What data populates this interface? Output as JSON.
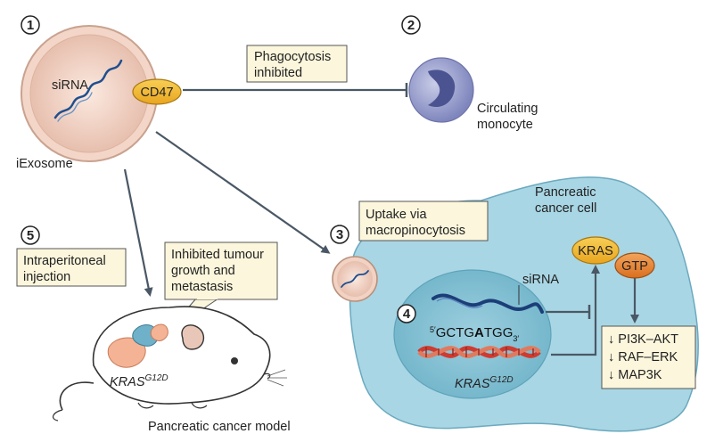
{
  "steps": {
    "s1": "1",
    "s2": "2",
    "s3": "3",
    "s4": "4",
    "s5": "5"
  },
  "exosome": {
    "label": "iExosome",
    "sirna": "siRNA",
    "cd47": "CD47"
  },
  "phagocytosis": {
    "line1": "Phagocytosis",
    "line2": "inhibited"
  },
  "monocyte": {
    "line1": "Circulating",
    "line2": "monocyte"
  },
  "cell": {
    "line1": "Pancreatic",
    "line2": "cancer cell"
  },
  "uptake": {
    "line1": "Uptake via",
    "line2": "macropinocytosis"
  },
  "intraperitoneal": {
    "line1": "Intraperitoneal",
    "line2": "injection"
  },
  "tumour": {
    "line1": "Inhibited tumour",
    "line2": "growth and",
    "line3": "metastasis"
  },
  "mouse": {
    "gene": "KRAS",
    "gene_sup": "G12D",
    "caption": "Pancreatic cancer model"
  },
  "nucleus": {
    "sirna": "siRNA",
    "seq_5": "5′",
    "seq_a": "GCTG",
    "seq_b": "A",
    "seq_c": "TGG",
    "seq_3": "3′",
    "gene": "KRAS",
    "gene_sup": "G12D"
  },
  "signaling": {
    "kras": "KRAS",
    "gtp": "GTP"
  },
  "pathways": {
    "p1": "↓ PI3K–AKT",
    "p2": "↓ RAF–ERK",
    "p3": "↓ MAP3K"
  },
  "colors": {
    "cell": "#a9d6e4",
    "nucleus": "#7fbfd3",
    "callout": "#fbf6dc",
    "cd47": "#f2b733",
    "gtp": "#e8822c",
    "monocyte": "#7f86bd",
    "dna_red": "#cf3b2f",
    "arrow": "#4a5866"
  }
}
